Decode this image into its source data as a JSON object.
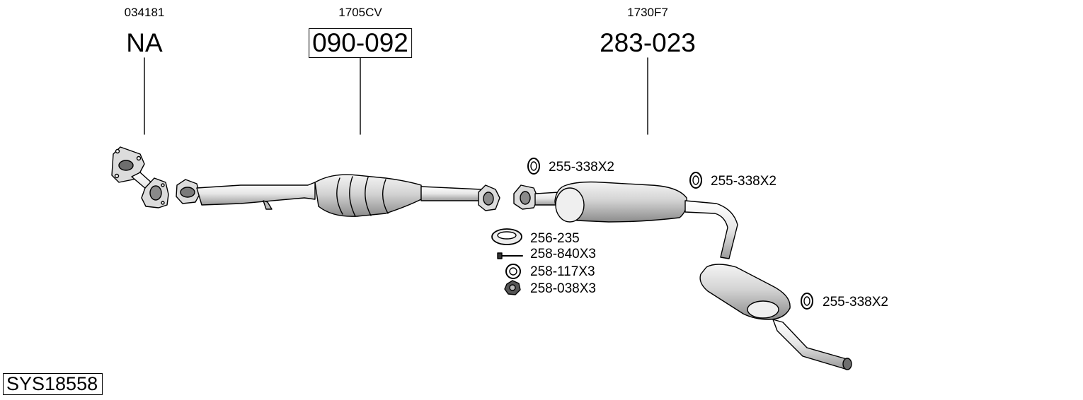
{
  "system": {
    "code": "SYS18558"
  },
  "parts": [
    {
      "oe_ref": "034181",
      "part_no": "NA",
      "boxed": false
    },
    {
      "oe_ref": "1705CV",
      "part_no": "090-092",
      "boxed": true
    },
    {
      "oe_ref": "1730F7",
      "part_no": "283-023",
      "boxed": false
    }
  ],
  "accessories": [
    "255-338X2",
    "255-338X2",
    "256-235",
    "258-840X3",
    "258-117X3",
    "258-038X3",
    "255-338X2"
  ]
}
